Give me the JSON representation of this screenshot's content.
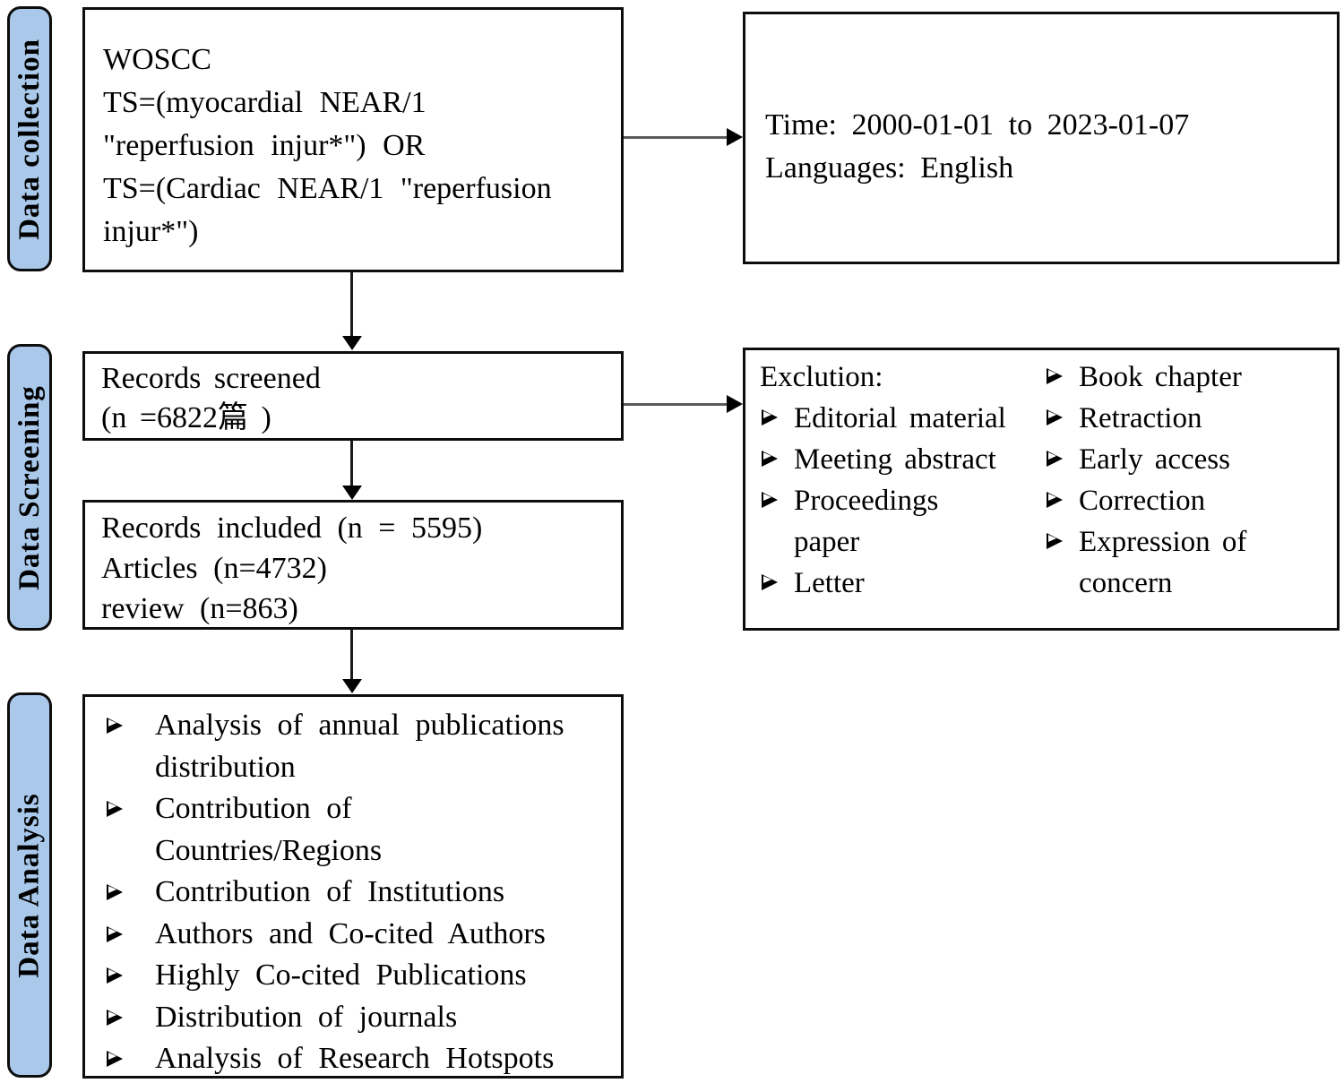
{
  "colors": {
    "stage_label_fill": "#a9c8ea",
    "border": "#0d0d0d",
    "background": "#ffffff"
  },
  "stages": {
    "collection": {
      "label": "Data collection"
    },
    "screening": {
      "label": "Data Screening"
    },
    "analysis": {
      "label": "Data Analysis"
    }
  },
  "search_box": {
    "lines": [
      "WOSCC",
      "TS=(myocardial NEAR/1",
      "\"reperfusion injur*\") OR",
      "TS=(Cardiac NEAR/1 \"reperfusion",
      "injur*\")"
    ]
  },
  "criteria_box": {
    "lines": [
      "Time:  2000-01-01 to 2023-01-07",
      "Languages:  English"
    ]
  },
  "screened_box": {
    "lines": [
      "Records screened",
      "(n =6822篇 )"
    ]
  },
  "included_box": {
    "lines": [
      "Records included (n = 5595)",
      "Articles (n=4732)",
      "review (n=863)"
    ]
  },
  "exclusion_box": {
    "title": "Exclution:",
    "bullet_glyph": "➢",
    "left_items": [
      "Editorial material",
      "Meeting abstract",
      "Proceedings\npaper",
      "Letter"
    ],
    "right_items": [
      "Book chapter",
      "Retraction",
      "Early access",
      "Correction",
      "Expression of\nconcern"
    ]
  },
  "analysis_box": {
    "bullet_glyph": "➢",
    "items": [
      "Analysis of annual publications\ndistribution",
      "Contribution of\nCountries/Regions",
      "Contribution of Institutions",
      "Authors and Co-cited Authors",
      "Highly Co-cited Publications",
      "Distribution of journals",
      "Analysis of Research Hotspots"
    ]
  }
}
